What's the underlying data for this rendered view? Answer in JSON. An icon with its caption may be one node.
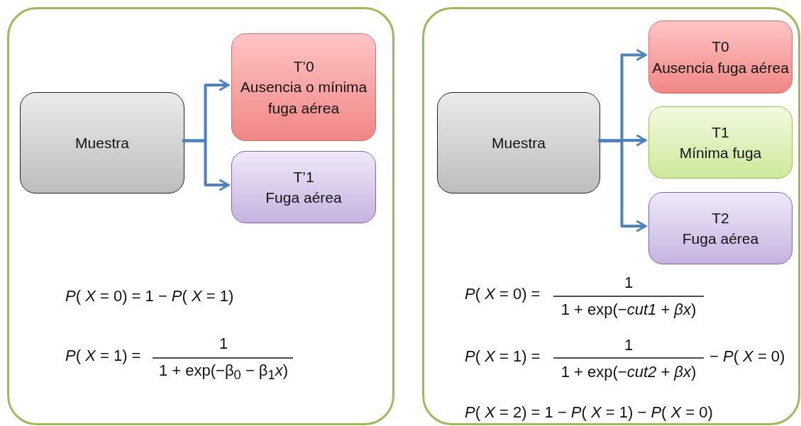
{
  "diagram": {
    "nodes": [
      {
        "text": [],
        "shape": "box"
      },
      {
        "text": [
          "Muestra"
        ],
        "in": 0
      },
      {
        "text": [
          "T’0",
          "Ausencia o mínima fuga aérea"
        ],
        "in": 0
      },
      {
        "text": [
          "T’1",
          "Fuga aérea"
        ],
        "in": 0
      },
      {
        "text": [],
        "shape": "box"
      },
      {
        "text": [
          "Muestra"
        ],
        "in": 4
      },
      {
        "text": [
          "T0",
          "Ausencia fuga aérea"
        ],
        "in": 4
      },
      {
        "text": [
          "T1",
          "Mínima fuga"
        ],
        "in": 4
      },
      {
        "text": [
          "T2",
          "Fuga aérea"
        ],
        "in": 4
      }
    ],
    "edges": [
      {
        "from": 1,
        "to": 2,
        "arrow": "to"
      },
      {
        "from": 1,
        "to": 3,
        "arrow": "to"
      },
      {
        "from": 5,
        "to": 6,
        "arrow": "to"
      },
      {
        "from": 5,
        "to": 7,
        "arrow": "to"
      },
      {
        "from": 5,
        "to": 8,
        "arrow": "to"
      }
    ],
    "labels": [
      "*P*( *X* = 0) = 1 − *P*( *X* = 1)",
      "*P*( *X* = 1) =",
      "1",
      "1 + exp(−β$_{0}$ − β$_{1}$*x*)",
      "*P*( *X* = 0) =",
      "1",
      "1 + exp(−*cut1* + *βx*)",
      "*P*( *X* = 1) =",
      "1",
      "1 + exp(−*cut2* + *βx*)",
      "− *P*( *X* = 0)",
      "*P*( *X* = 2) = 1 − *P*( *X* = 1) − *P*( *X* = 0)"
    ]
  }
}
